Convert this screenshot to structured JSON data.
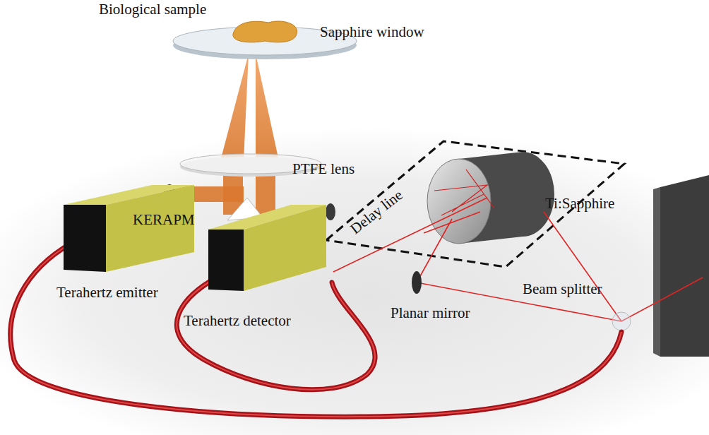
{
  "diagram": {
    "nodes": [
      {
        "text": [
          "Terahertz emitter"
        ]
      },
      {
        "text": [
          "Terahertz detector"
        ]
      }
    ],
    "labels": [
      "Biological sample",
      "Sapphire window",
      "PTFE lens",
      "KERAPM",
      "Delay line",
      "Ti:Sapphire",
      "Planar mirror",
      "Beam splitter"
    ]
  }
}
